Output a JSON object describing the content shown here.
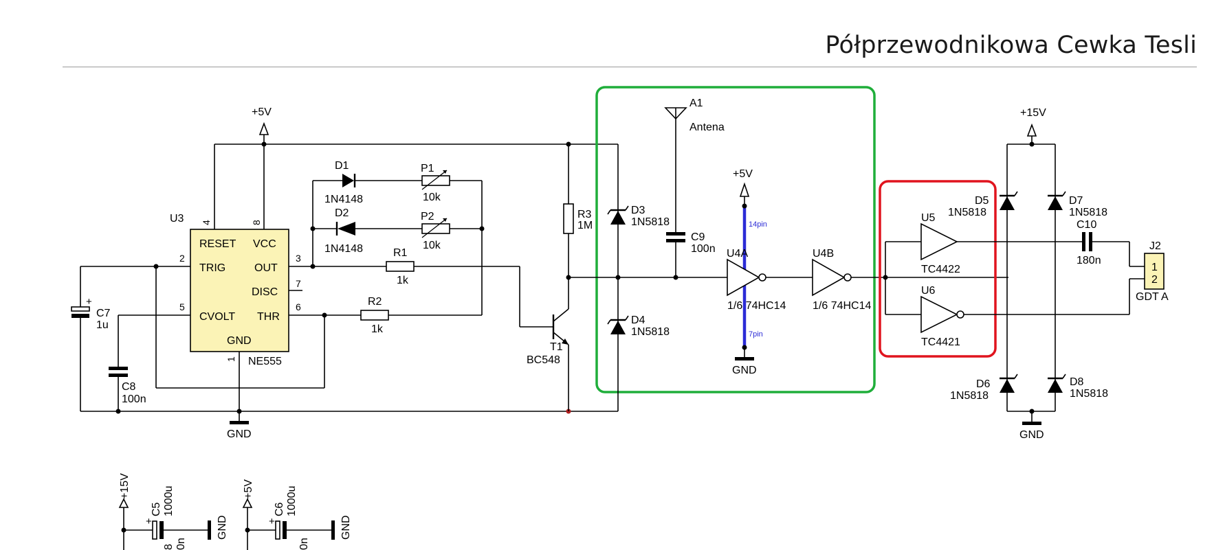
{
  "header": {
    "title": "Półprzewodnikowa Cewka Tesli"
  },
  "power": {
    "vcc5": "+5V",
    "vcc15": "+15V",
    "gnd": "GND"
  },
  "u3": {
    "ref": "U3",
    "part": "NE555",
    "pins": {
      "reset": "RESET",
      "vcc": "VCC",
      "trig": "TRIG",
      "out": "OUT",
      "disc": "DISC",
      "cvolt": "CVOLT",
      "thr": "THR",
      "gnd": "GND"
    },
    "pin_numbers": {
      "p1": "1",
      "p2": "2",
      "p3": "3",
      "p4": "4",
      "p5": "5",
      "p6": "6",
      "p7": "7",
      "p8": "8"
    }
  },
  "d1": {
    "ref": "D1",
    "value": "1N4148"
  },
  "d2": {
    "ref": "D2",
    "value": "1N4148"
  },
  "p1": {
    "ref": "P1",
    "value": "10k"
  },
  "p2": {
    "ref": "P2",
    "value": "10k"
  },
  "r1": {
    "ref": "R1",
    "value": "1k"
  },
  "r2": {
    "ref": "R2",
    "value": "1k"
  },
  "r3": {
    "ref": "R3",
    "value": "1M"
  },
  "c7": {
    "ref": "C7",
    "value": "1u"
  },
  "c8": {
    "ref": "C8",
    "value": "100n"
  },
  "t1": {
    "ref": "T1",
    "value": "BC548"
  },
  "d3": {
    "ref": "D3",
    "value": "1N5818"
  },
  "d4": {
    "ref": "D4",
    "value": "1N5818"
  },
  "a1": {
    "ref": "A1",
    "value": "Antena"
  },
  "c9": {
    "ref": "C9",
    "value": "100n"
  },
  "u4a": {
    "ref": "U4A",
    "value": "1/6 74HC14",
    "pin_vcc": "14pin",
    "pin_gnd": "7pin"
  },
  "u4b": {
    "ref": "U4B",
    "value": "1/6 74HC14"
  },
  "u5": {
    "ref": "U5",
    "value": "TC4422"
  },
  "u6": {
    "ref": "U6",
    "value": "TC4421"
  },
  "d5": {
    "ref": "D5",
    "value": "1N5818"
  },
  "d6": {
    "ref": "D6",
    "value": "1N5818"
  },
  "d7": {
    "ref": "D7",
    "value": "1N5818"
  },
  "d8": {
    "ref": "D8",
    "value": "1N5818"
  },
  "c10": {
    "ref": "C10",
    "value": "180n"
  },
  "j2": {
    "ref": "J2",
    "value": "GDT A",
    "pin1": "1",
    "pin2": "2"
  },
  "c5": {
    "ref": "C5",
    "value": "1000u"
  },
  "c6": {
    "ref": "C6",
    "value": "1000u"
  },
  "c_partial_a": {
    "value": "0n",
    "ref": "8"
  },
  "c_partial_b": {
    "value": "0n"
  },
  "colors": {
    "green_box": "#1fae3a",
    "red_box": "#e0141e",
    "blue_wire": "#2b2bd6",
    "chip_fill": "#fbf3b6"
  }
}
